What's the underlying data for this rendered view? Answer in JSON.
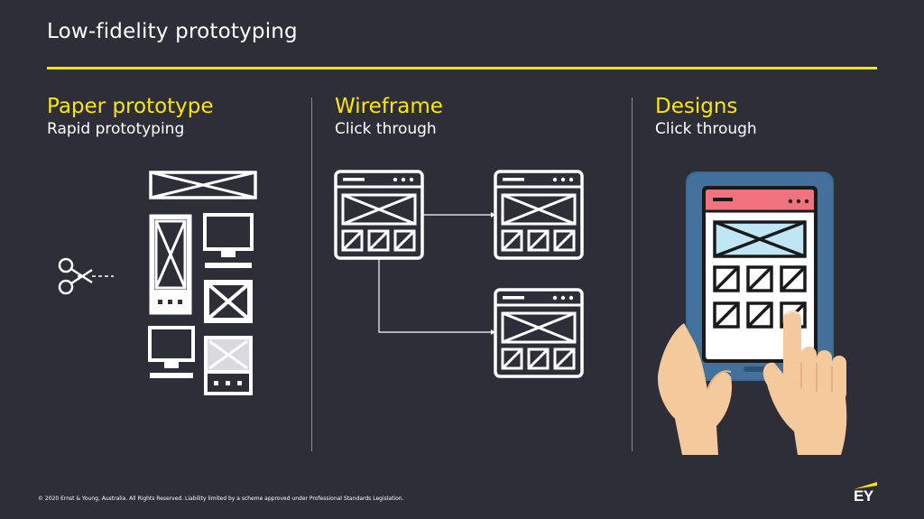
{
  "slide": {
    "title": "Low-fidelity prototyping"
  },
  "columns": [
    {
      "title": "Paper prototype",
      "subtitle": "Rapid prototyping"
    },
    {
      "title": "Wireframe",
      "subtitle": "Click through"
    },
    {
      "title": "Designs",
      "subtitle": "Click through"
    }
  ],
  "footer": {
    "text": "© 2020 Ernst & Young, Australia. All Rights Reserved. Liability limited by a scheme approved under Professional Standards Legislation."
  },
  "logo": {
    "text": "EY"
  },
  "icons": {
    "paper": [
      "scissors-icon",
      "banner-wireframe-icon",
      "phone-wireframe-icon",
      "monitor-icon",
      "image-placeholder-icon",
      "mobile-card-icon"
    ],
    "wireframe": [
      "browser-wireframe-icon",
      "arrow-icon"
    ],
    "designs": [
      "tablet-icon",
      "hands-icon"
    ]
  },
  "colors": {
    "background": "#2e2e38",
    "accent": "#ffe600",
    "tablet_frame": "#3a6a96",
    "tablet_header": "#f0737f",
    "tablet_banner": "#bfe6f4",
    "skin": "#f4c99b"
  }
}
